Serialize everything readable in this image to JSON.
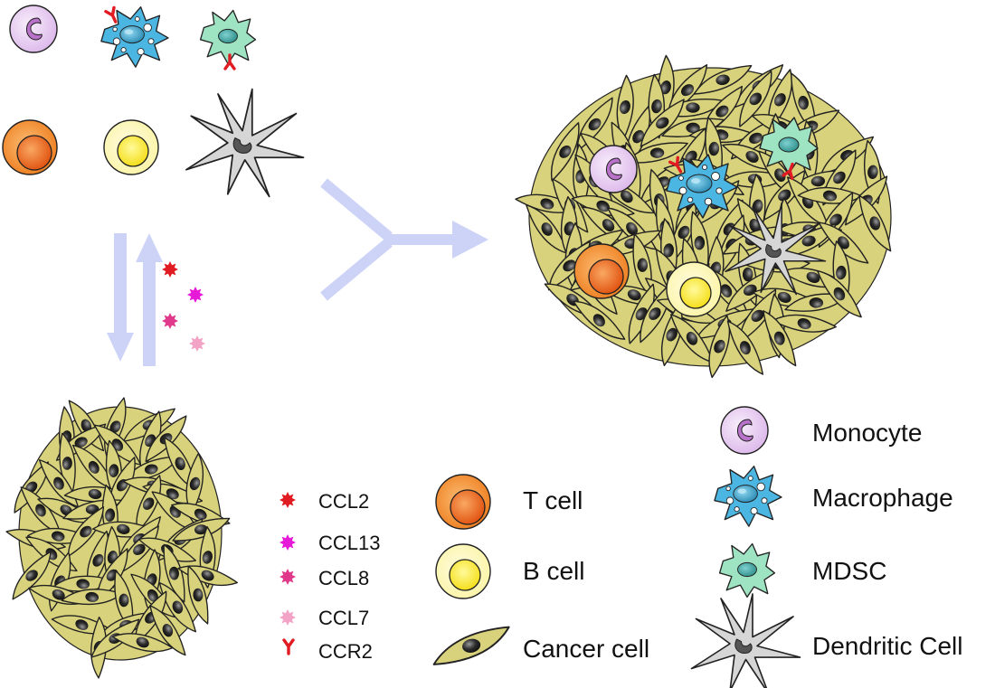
{
  "colors": {
    "cancer_fill": "#d9d27c",
    "cancer_stroke": "#222222",
    "nucleus": "#2a2a2a",
    "arrow": "#cdd3f7",
    "monocyte": "#e6c6ef",
    "macrophage": "#4cb6e2",
    "mdsc": "#9ee3c2",
    "t_cell": "#f08a2c",
    "b_cell": "#f7e83a",
    "dendritic": "#d6d6d6",
    "ccr2": "#e11b22",
    "ccl2": "#e11b22",
    "ccl13": "#e619d9",
    "ccl8": "#e0388a",
    "ccl7": "#f2a3c6"
  },
  "chemokine_legend": [
    {
      "label": "CCL2",
      "color_key": "ccl2",
      "icon": "chemokine-star-icon"
    },
    {
      "label": "CCL13",
      "color_key": "ccl13",
      "icon": "chemokine-star-icon"
    },
    {
      "label": "CCL8",
      "color_key": "ccl8",
      "icon": "chemokine-star-icon"
    },
    {
      "label": "CCL7",
      "color_key": "ccl7",
      "icon": "chemokine-star-icon"
    },
    {
      "label": "CCR2",
      "color_key": "ccr2",
      "icon": "receptor-y-icon"
    }
  ],
  "cell_legend_middle": [
    {
      "label": "T cell",
      "icon": "t-cell-icon"
    },
    {
      "label": "B cell",
      "icon": "b-cell-icon"
    },
    {
      "label": "Cancer cell",
      "icon": "cancer-cell-icon"
    }
  ],
  "cell_legend_right": [
    {
      "label": "Monocyte",
      "icon": "monocyte-icon"
    },
    {
      "label": "Macrophage",
      "icon": "macrophage-icon"
    },
    {
      "label": "MDSC",
      "icon": "mdsc-icon"
    },
    {
      "label": "Dendritic Cell",
      "icon": "dendritic-cell-icon"
    }
  ]
}
